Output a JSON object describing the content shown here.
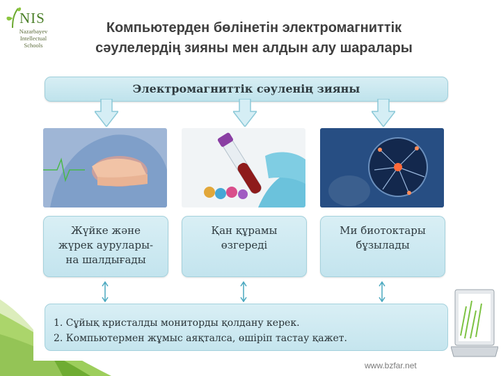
{
  "logo": {
    "name": "NIS",
    "sub": [
      "Nazarbayev",
      "Intellectual",
      "Schools"
    ]
  },
  "title": {
    "line1": "Компьютерден бөлінетін электромагниттік",
    "line2": "сәулелердің зияны мен алдын алу шаралары"
  },
  "diagram": {
    "header": "Электромагниттік сәуленің зияны",
    "effects": [
      {
        "icon": "chest-pain-photo",
        "lines": [
          "Жүйке және",
          "жүрек аурулары-",
          "на шалдығады"
        ]
      },
      {
        "icon": "blood-test-photo",
        "lines": [
          "Қан құрамы",
          "өзгереді"
        ]
      },
      {
        "icon": "brain-neurons-photo",
        "lines": [
          "Ми биотоктары",
          "бұзылады"
        ]
      }
    ],
    "measures": [
      "1. Сұйық кристалды мониторды қолдану керек.",
      "2. Компьютермен жұмыс аяқталса, өшіріп тастау қажет."
    ]
  },
  "footer": "www.bzfar.net",
  "colors": {
    "box": "#c9e7f0",
    "title": "#3f3f3f",
    "brand_green": "#4a7f28"
  }
}
